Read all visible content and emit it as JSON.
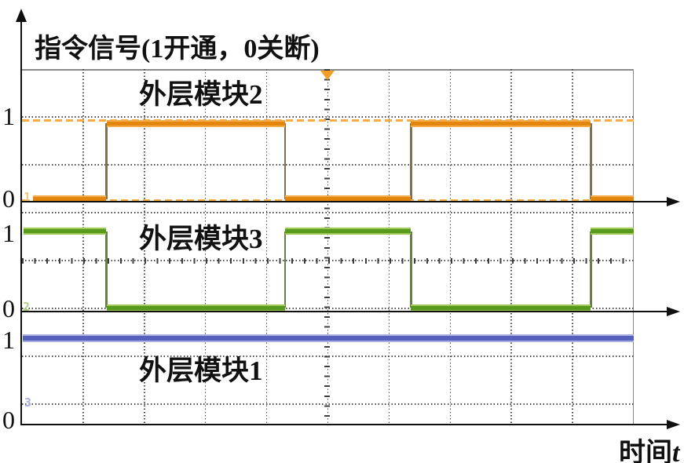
{
  "figure": {
    "x_axis_label": "时间",
    "x_axis_var": "t"
  },
  "channels_ui": [
    {
      "marker": "1",
      "tick_high": "1",
      "tick_low": "0",
      "color_core": "#E2860D",
      "color_halo": "#F3AC4E",
      "edge_color": "#7D7156",
      "marker_color": "#F4C478",
      "reference_levels": [
        1,
        0
      ],
      "reference_dash_color": "#F5AC42"
    },
    {
      "marker": "2",
      "tick_high": "1",
      "tick_low": "0",
      "color_core": "#579A1C",
      "color_halo": "#9DC758",
      "edge_color": "#6A7D4D",
      "marker_color": "#AFD380",
      "reference_levels": []
    },
    {
      "marker": "3",
      "tick_high": "1",
      "tick_low": "0",
      "color_core": "#5561BD",
      "color_halo": "#A9AFDF",
      "edge_color": "#5561BD",
      "marker_color": "#A8B2E0",
      "reference_levels": []
    }
  ],
  "trigger_marker_color": "#F2A024",
  "grid_color": "#4d4d4d",
  "border_color": "#8a8a8a",
  "axis_color": "#101010",
  "chart_data": {
    "type": "line",
    "subtype": "digital-step-oscilloscope",
    "title": "指令信号(1开通，0关断)",
    "xlabel": "时间t",
    "ylabel": "",
    "x_unit": "oscilloscope divisions",
    "xlim": [
      0,
      10
    ],
    "ylim": [
      0,
      1
    ],
    "grid": "dotted, 10 horizontal divisions, graduated center crosshair",
    "legend_position": "inline-labels",
    "series": [
      {
        "name": "外层模块2",
        "channel": "1",
        "color": "#E2860D",
        "levels": "1=开通, 0=关断",
        "steps": [
          [
            0.18,
            0
          ],
          [
            1.38,
            1
          ],
          [
            4.3,
            0
          ],
          [
            6.36,
            1
          ],
          [
            9.3,
            0
          ],
          [
            10,
            0
          ]
        ]
      },
      {
        "name": "外层模块3",
        "channel": "2",
        "color": "#579A1C",
        "levels": "1=开通, 0=关断",
        "steps": [
          [
            0.03,
            1
          ],
          [
            1.38,
            0
          ],
          [
            4.3,
            1
          ],
          [
            6.36,
            0
          ],
          [
            9.3,
            1
          ],
          [
            10,
            1
          ]
        ]
      },
      {
        "name": "外层模块1",
        "channel": "3",
        "color": "#5561BD",
        "levels": "1=开通, 0=关断",
        "steps": [
          [
            0.01,
            1
          ],
          [
            10,
            1
          ]
        ]
      }
    ]
  }
}
